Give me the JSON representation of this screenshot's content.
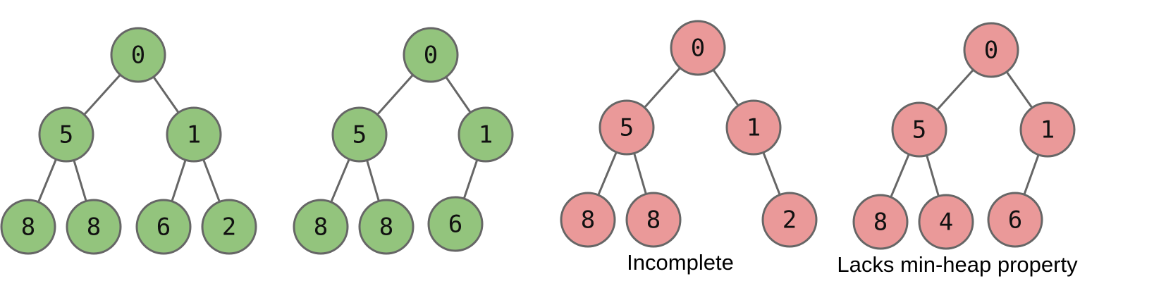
{
  "colors": {
    "valid_fill": "#93c47d",
    "invalid_fill": "#ea9999",
    "stroke": "#666666",
    "edge": "#666666"
  },
  "trees": [
    {
      "status": "valid",
      "caption": "",
      "nodes": [
        {
          "id": "n0",
          "label": "0"
        },
        {
          "id": "n1",
          "label": "5"
        },
        {
          "id": "n2",
          "label": "1"
        },
        {
          "id": "n3",
          "label": "8"
        },
        {
          "id": "n4",
          "label": "8"
        },
        {
          "id": "n5",
          "label": "6"
        },
        {
          "id": "n6",
          "label": "2"
        }
      ],
      "edges": [
        [
          "n0",
          "n1"
        ],
        [
          "n0",
          "n2"
        ],
        [
          "n1",
          "n3"
        ],
        [
          "n1",
          "n4"
        ],
        [
          "n2",
          "n5"
        ],
        [
          "n2",
          "n6"
        ]
      ]
    },
    {
      "status": "valid",
      "caption": "",
      "nodes": [
        {
          "id": "n0",
          "label": "0"
        },
        {
          "id": "n1",
          "label": "5"
        },
        {
          "id": "n2",
          "label": "1"
        },
        {
          "id": "n3",
          "label": "8"
        },
        {
          "id": "n4",
          "label": "8"
        },
        {
          "id": "n5",
          "label": "6"
        }
      ],
      "edges": [
        [
          "n0",
          "n1"
        ],
        [
          "n0",
          "n2"
        ],
        [
          "n1",
          "n3"
        ],
        [
          "n1",
          "n4"
        ],
        [
          "n2",
          "n5"
        ]
      ]
    },
    {
      "status": "invalid",
      "caption": "Incomplete",
      "nodes": [
        {
          "id": "n0",
          "label": "0"
        },
        {
          "id": "n1",
          "label": "5"
        },
        {
          "id": "n2",
          "label": "1"
        },
        {
          "id": "n3",
          "label": "8"
        },
        {
          "id": "n4",
          "label": "8"
        },
        {
          "id": "n6",
          "label": "2"
        }
      ],
      "edges": [
        [
          "n0",
          "n1"
        ],
        [
          "n0",
          "n2"
        ],
        [
          "n1",
          "n3"
        ],
        [
          "n1",
          "n4"
        ],
        [
          "n2",
          "n6"
        ]
      ]
    },
    {
      "status": "invalid",
      "caption": "Lacks min-heap property",
      "nodes": [
        {
          "id": "n0",
          "label": "0"
        },
        {
          "id": "n1",
          "label": "5"
        },
        {
          "id": "n2",
          "label": "1"
        },
        {
          "id": "n3",
          "label": "8"
        },
        {
          "id": "n4",
          "label": "4"
        },
        {
          "id": "n5",
          "label": "6"
        }
      ],
      "edges": [
        [
          "n0",
          "n1"
        ],
        [
          "n0",
          "n2"
        ],
        [
          "n1",
          "n3"
        ],
        [
          "n1",
          "n4"
        ],
        [
          "n2",
          "n5"
        ]
      ]
    }
  ]
}
